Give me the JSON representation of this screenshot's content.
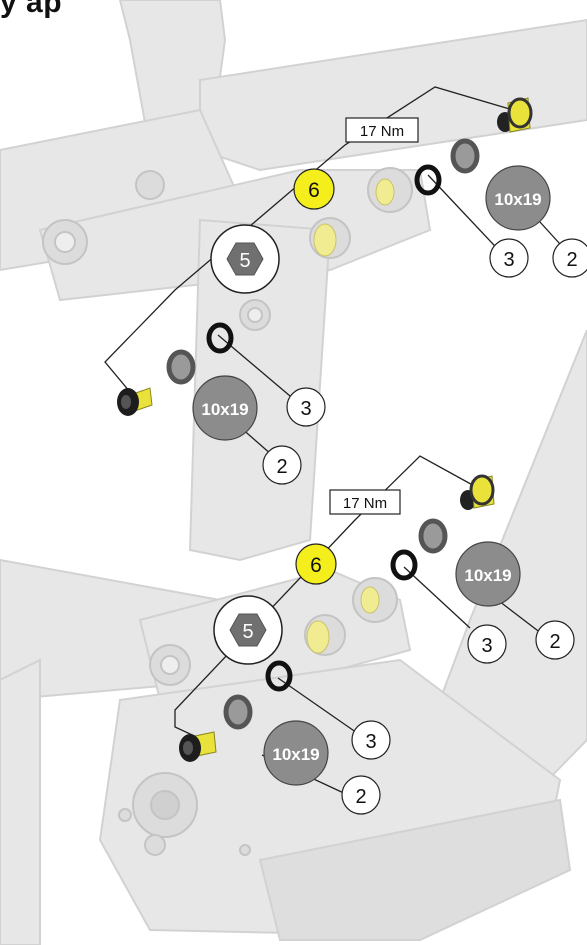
{
  "page": {
    "title": "y ap"
  },
  "colors": {
    "frame": "#e6e6e6",
    "frame_edge": "#cfcfcf",
    "bolt_yellow": "#e8e23a",
    "callout_yellow": "#f4ee1c",
    "washer_gray": "#8a8a8a",
    "bushing_gray": "#8c8c8c",
    "hex_gray": "#6f6f6f",
    "leader": "#222222"
  },
  "callouts": {
    "upper": {
      "torque": "17 Nm",
      "bolt_num": "6",
      "hex_num": "5",
      "size_right": "10x19",
      "size_left": "10x19",
      "washer_right_num": "3",
      "spacer_right_num": "2",
      "washer_left_num": "3",
      "spacer_left_num": "2"
    },
    "lower": {
      "torque": "17 Nm",
      "bolt_num": "6",
      "hex_num": "5",
      "size_right": "10x19",
      "size_left": "10x19",
      "washer_right_num": "3",
      "spacer_right_num": "2",
      "washer_left_num": "3",
      "spacer_left_num": "2"
    }
  }
}
